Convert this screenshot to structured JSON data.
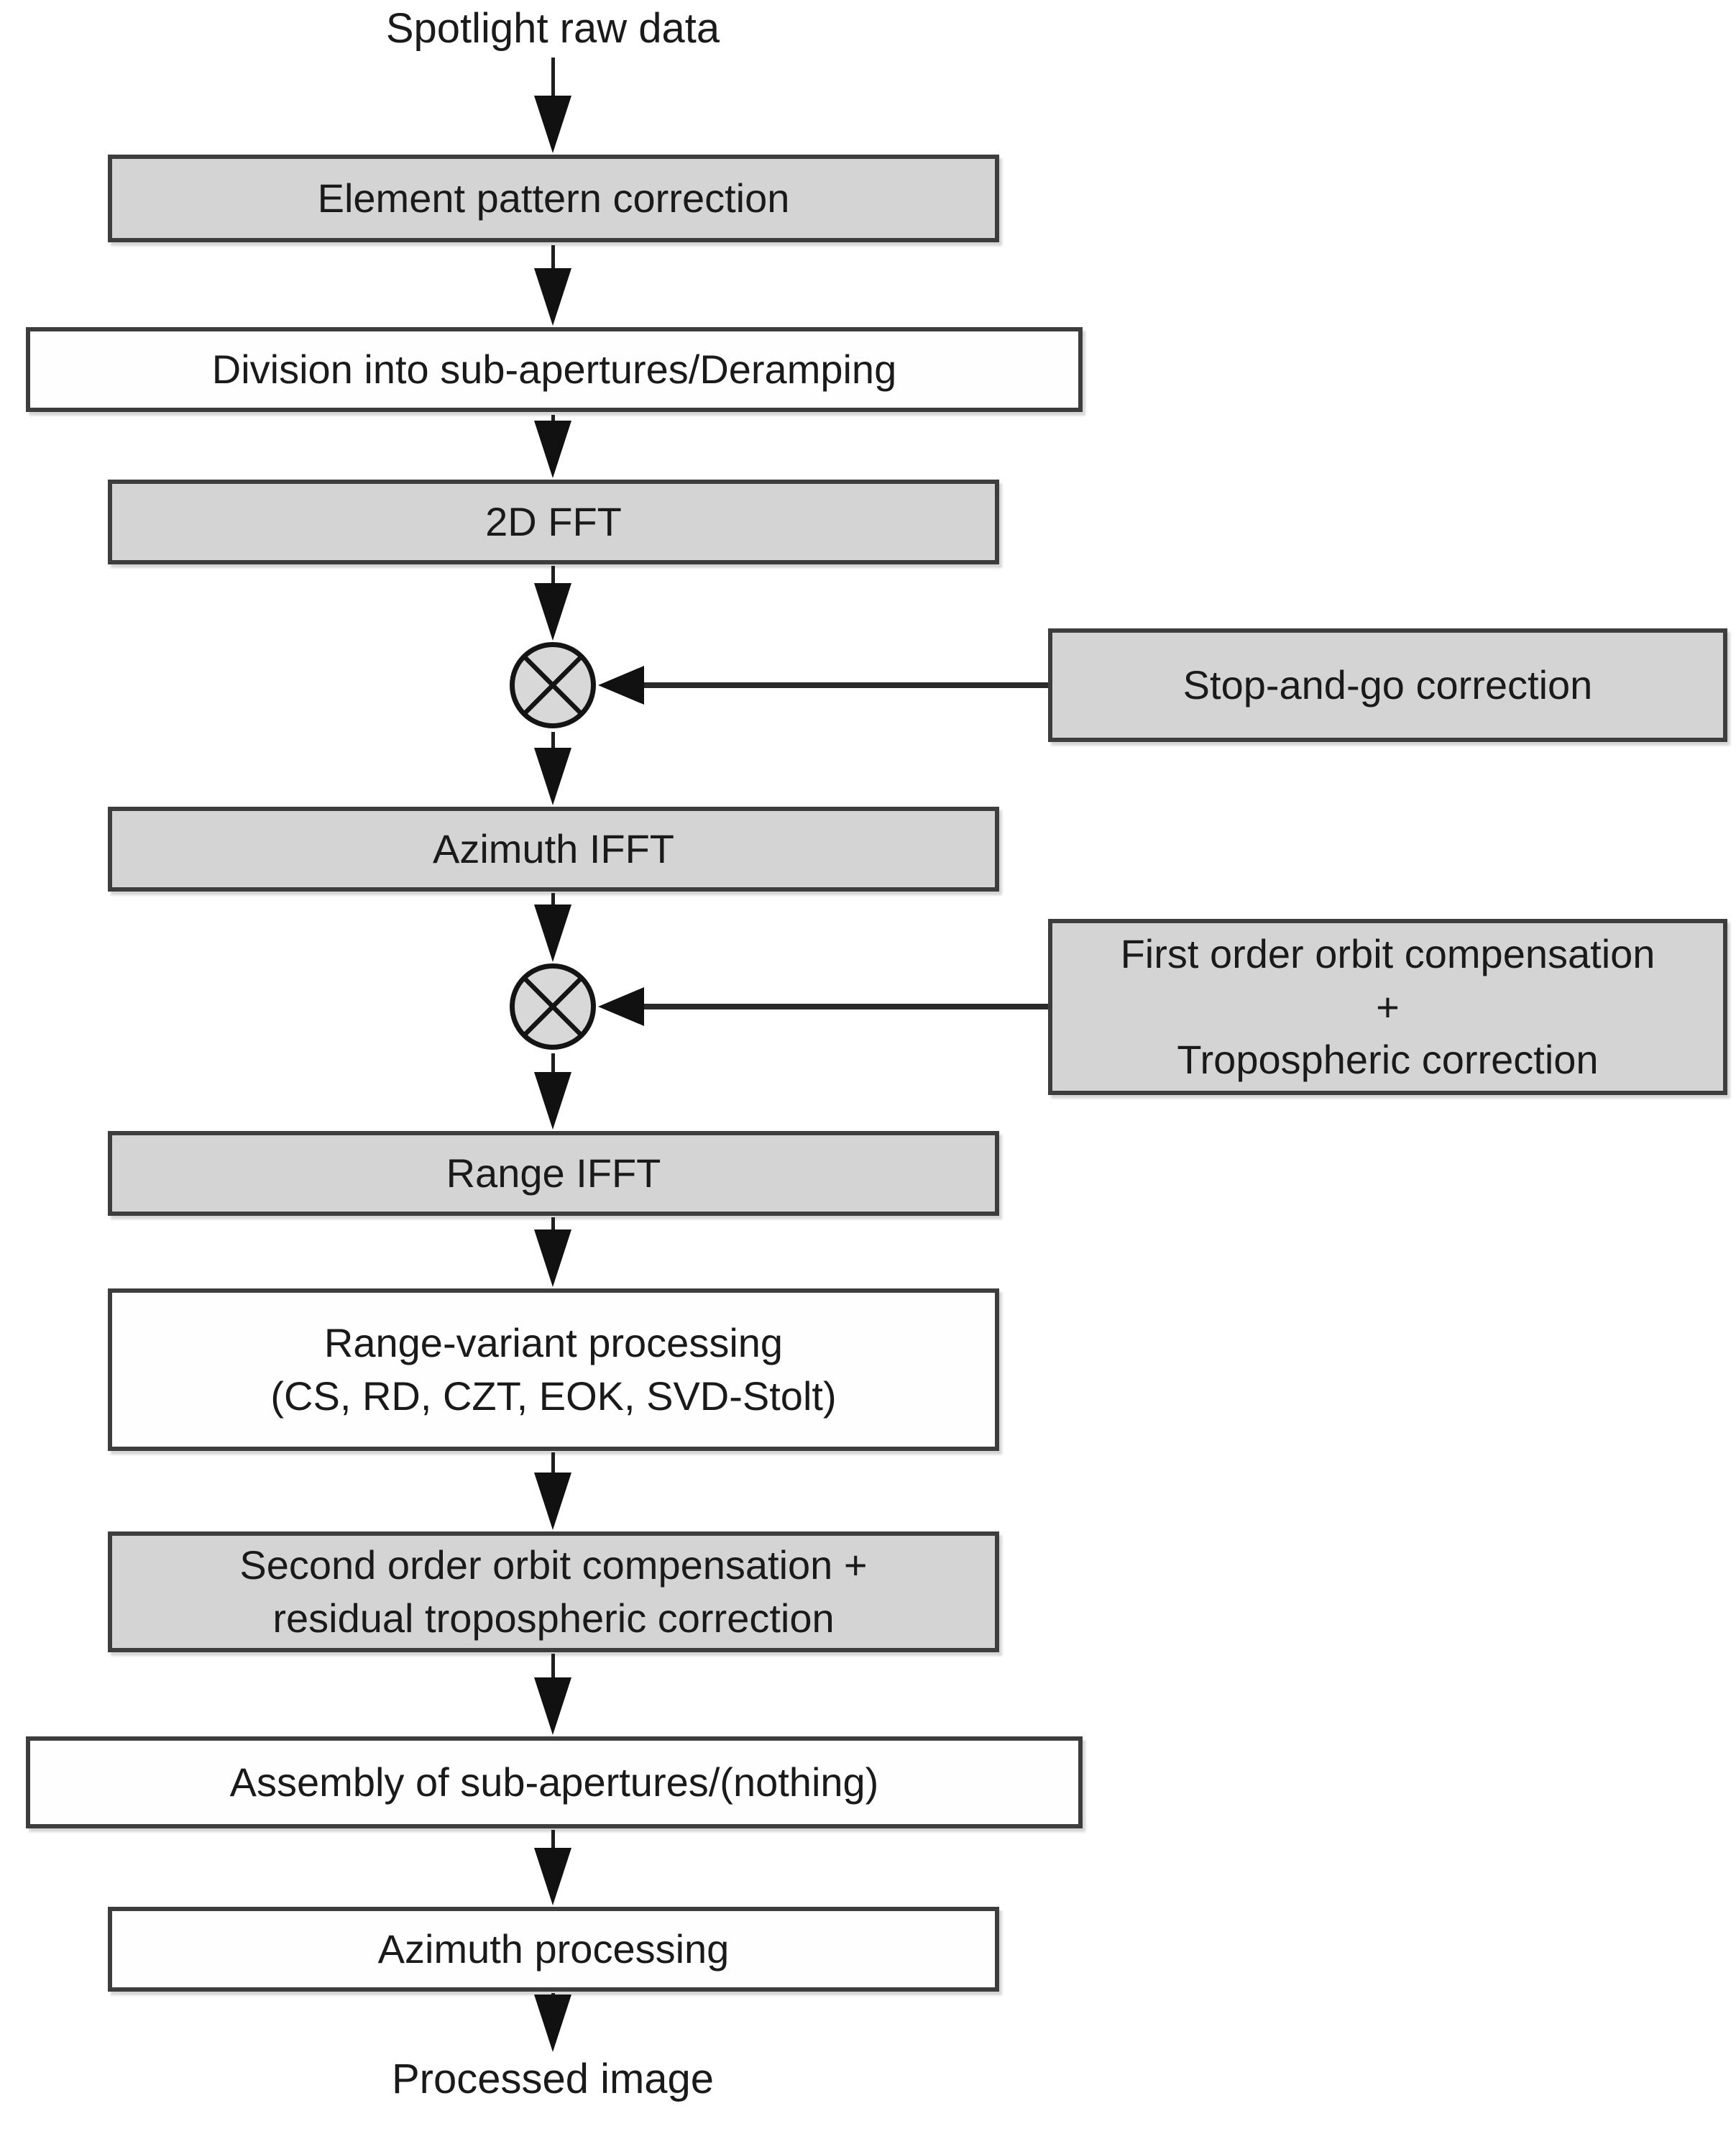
{
  "diagram": {
    "start_label": "Spotlight raw data",
    "end_label": "Processed image",
    "nodes": {
      "element_pattern_correction": "Element pattern correction",
      "division_subapertures": "Division into sub-apertures/Deramping",
      "fft_2d": "2D FFT",
      "stop_and_go": "Stop-and-go correction",
      "azimuth_ifft": "Azimuth IFFT",
      "first_order_orbit": "First order orbit compensation\n+\nTropospheric correction",
      "range_ifft": "Range IFFT",
      "range_variant": "Range-variant processing\n(CS, RD, CZT, EOK, SVD-Stolt)",
      "second_order_orbit": "Second order orbit compensation +\nresidual tropospheric correction",
      "assembly_subapertures": "Assembly of sub-apertures/(nothing)",
      "azimuth_processing": "Azimuth processing"
    },
    "icons": {
      "multiply": "circle-with-cross (⊗ mixer/multiplier symbol)"
    },
    "colors": {
      "background": "#ffffff",
      "box_fill_gray": "#d4d4d4",
      "box_fill_white": "#fefefe",
      "box_border": "#3d3d3d",
      "arrow": "#111111",
      "text": "#1a1a1a"
    }
  }
}
